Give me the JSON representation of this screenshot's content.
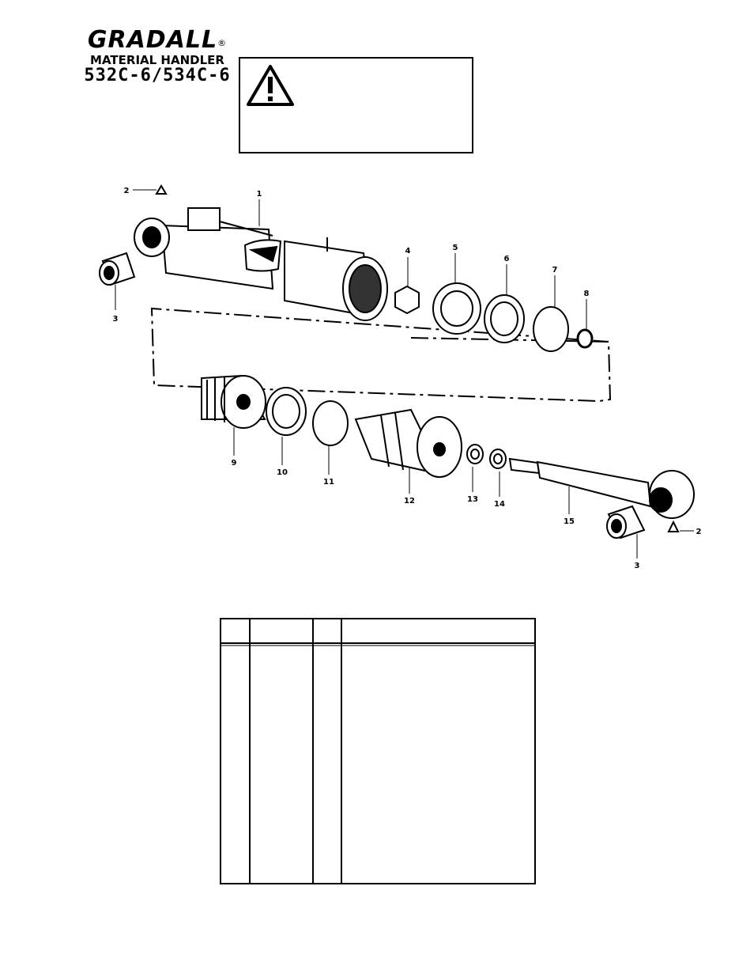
{
  "brand": {
    "name": "GRADALL",
    "registered": "®",
    "subtitle": "MATERIAL HANDLER",
    "model": "532C-6/534C-6"
  },
  "warning": {
    "icon": "warning-triangle-icon",
    "text": ""
  },
  "diagram": {
    "callouts": [
      "1",
      "2",
      "3",
      "4",
      "5",
      "6",
      "7",
      "8",
      "9",
      "10",
      "11",
      "12",
      "13",
      "14",
      "15",
      "2",
      "3"
    ]
  },
  "parts_table": {
    "headers": [
      "",
      "",
      "",
      ""
    ],
    "rows": []
  }
}
